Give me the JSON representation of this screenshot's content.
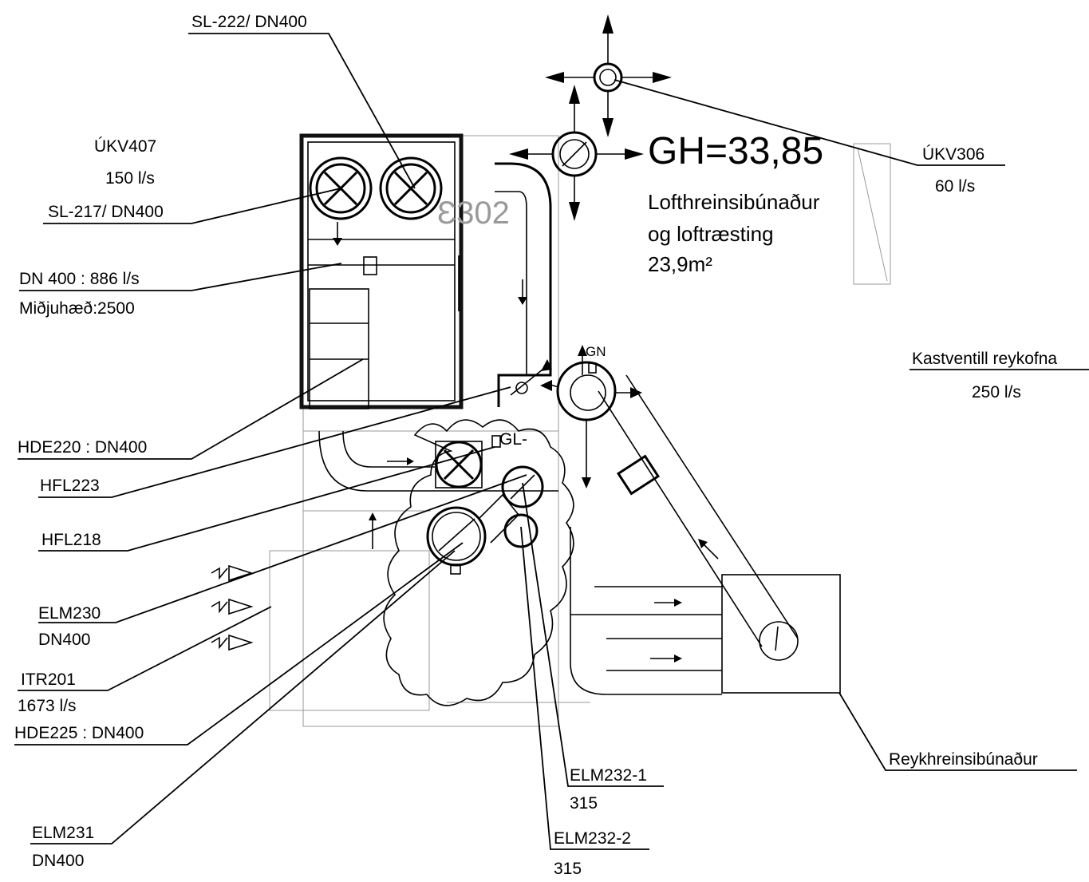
{
  "labels": {
    "sl222": "SL-222/ DN400",
    "ukv407": "ÚKV407",
    "ukv407_flow": "150 l/s",
    "sl217": "SL-217/ DN400",
    "dn400_flow": "DN 400 : 886 l/s",
    "midjuhaed": "Miðjuhæð:2500",
    "hde220": "HDE220 : DN400",
    "hfl223": "HFL223",
    "hfl218": "HFL218",
    "elm230": "ELM230",
    "elm230_dn": "DN400",
    "itr201": "ITR201",
    "itr201_flow": "1673 l/s",
    "hde225": "HDE225 : DN400",
    "elm231": "ELM231",
    "elm231_dn": "DN400",
    "elm232_1": "ELM232-1",
    "elm232_1_size": "315",
    "elm232_2": "ELM232-2",
    "elm232_2_size": "315",
    "reyk": "Reykhreinsibúnaður",
    "kastventill": "Kastventill reykofna",
    "kastventill_flow": "250 l/s",
    "ukv306": "ÚKV306",
    "ukv306_flow": "60 l/s",
    "gl": "GL-",
    "gn": "GN"
  },
  "room": {
    "gh": "GH=33,85",
    "name_line1": "Lofthreinsibúnaður",
    "name_line2": "og loftræsting",
    "area": "23,9m²",
    "number": "Ɛ302"
  }
}
